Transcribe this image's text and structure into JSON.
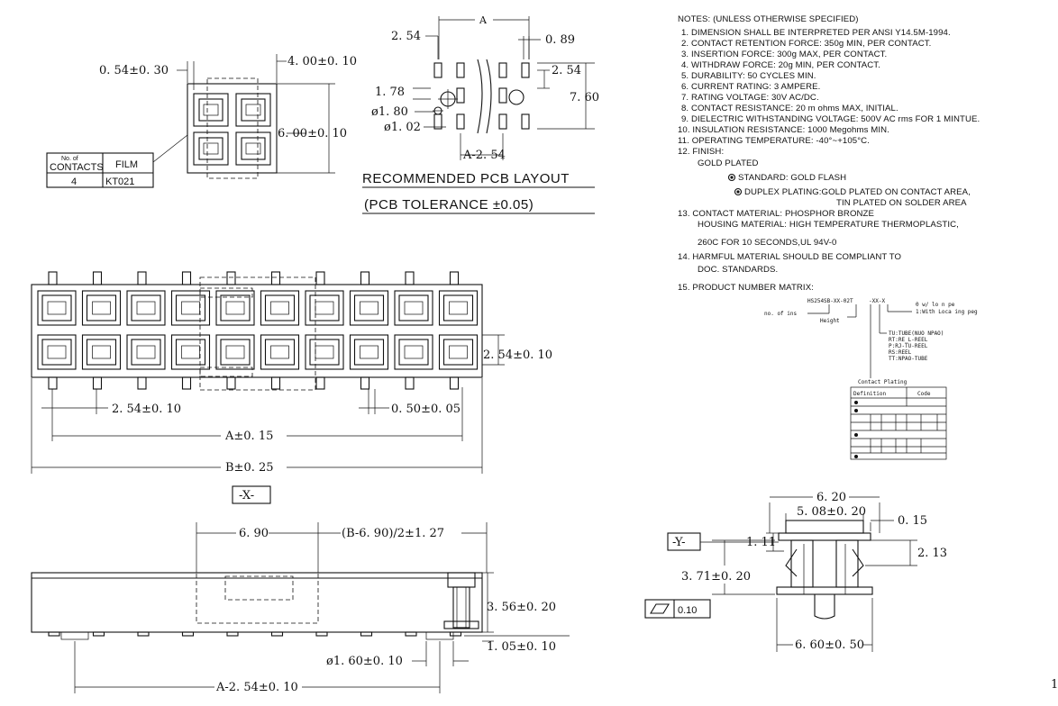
{
  "top_view": {
    "dim_054": "0. 54±0. 30",
    "dim_400": "4. 00±0. 10",
    "dim_600": "6. 00±0. 10",
    "table": {
      "header_contacts_1": "No. of",
      "header_contacts_2": "CONTACTS",
      "header_film": "FILM",
      "contacts": "4",
      "film": "KT021"
    }
  },
  "pcb_layout": {
    "dim_A": "A",
    "dim_254": "2. 54",
    "dim_089": "0. 89",
    "dim_254_r": "2. 54",
    "dim_760": "7. 60",
    "dim_178": "1. 78",
    "dim_phi180": "ø1. 80",
    "dim_phi102": "ø1. 02",
    "dim_A_254": "A-2. 54",
    "title": "RECOMMENDED PCB LAYOUT",
    "tolerance": "(PCB TOLERANCE ±0.05)"
  },
  "front_view": {
    "dim_254_right": "2. 54±0. 10",
    "dim_254_bottom": "2. 54±0. 10",
    "dim_050": "0. 50±0. 05",
    "dim_A": "A±0. 15",
    "dim_B": "B±0. 25",
    "datum": "-X-"
  },
  "side_view": {
    "dim_690": "6. 90",
    "dim_formula": "(B-6. 90)/2±1. 27",
    "dim_356": "3. 56±0. 20",
    "dim_105": "1. 05±0. 10",
    "dim_phi160": "ø1. 60±0. 10",
    "dim_A_254": "A-2. 54±0. 10"
  },
  "end_view": {
    "dim_620": "6. 20",
    "dim_508": "5. 08±0. 20",
    "dim_015": "0. 15",
    "dim_111": "1. 11",
    "dim_213": "2. 13",
    "dim_371": "3. 71±0. 20",
    "dim_660": "6. 60±0. 50",
    "datum": "-Y-",
    "flatness": "0.10"
  },
  "notes": {
    "header": "NOTES: (UNLESS OTHERWISE SPECIFIED)",
    "n1": "1. DIMENSION SHALL BE INTERPRETED PER ANSI Y14.5M-1994.",
    "n2": "2. CONTACT RETENTION FORCE: 350g MIN, PER CONTACT.",
    "n3": "3. INSERTION FORCE: 300g MAX, PER CONTACT.",
    "n4": "4. WITHDRAW FORCE: 20g MIN, PER CONTACT.",
    "n5": "5. DURABILITY: 50 CYCLES MIN.",
    "n6": "6. CURRENT RATING: 3 AMPERE.",
    "n7": "7. RATING VOLTAGE: 30V AC/DC.",
    "n8": "8. CONTACT RESISTANCE: 20 m ohms MAX, INITIAL.",
    "n9": "9. DIELECTRIC WITHSTANDING VOLTAGE: 500V AC rms FOR 1 MINTUE.",
    "n10": "10. INSULATION RESISTANCE: 1000 Megohms MIN.",
    "n11": "11. OPERATING TEMPERATURE: -40°~+105°C.",
    "n12": "12. FINISH:",
    "n12a": "GOLD PLATED",
    "n12b": "STANDARD: GOLD FLASH",
    "n12c": "DUPLEX PLATING:GOLD PLATED ON CONTACT AREA,",
    "n12d": "TIN PLATED ON SOLDER AREA",
    "n13": "13. CONTACT MATERIAL: PHOSPHOR BRONZE",
    "n13b": "HOUSING MATERIAL: HIGH TEMPERATURE THERMOPLASTIC,",
    "n13c": "260C FOR 10 SECONDS,UL 94V-0",
    "n14": "14. HARMFUL MATERIAL SHOULD BE COMPLIANT TO",
    "n14b": "DOC. STANDARDS.",
    "n15": "15. PRODUCT NUMBER MATRIX:"
  },
  "matrix": {
    "part": "HS254SB-XX-02T",
    "suffix": "-XX-X",
    "label_ins": "no. of ins",
    "label_height": "Height",
    "label_peg": "0 w/ lo n pe",
    "label_peg2": "1:With Loca ing peg",
    "pack1": "TU:TUBE(NUO NPAO)",
    "pack2": "RT:RE_L-REEL",
    "pack3": "P:RJ-TU-REEL",
    "pack4": "RS:REEL",
    "pack5": "TT:NPAO-TUBE",
    "plating_title": "Contact Plating",
    "col_def": "Definition",
    "col_code": "Code"
  }
}
